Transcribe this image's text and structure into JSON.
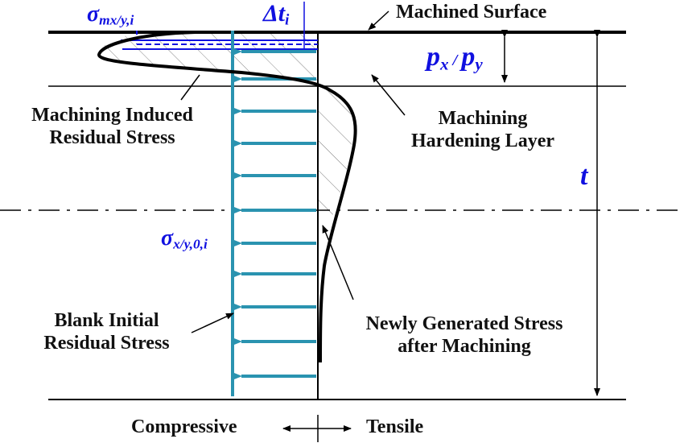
{
  "labels": {
    "machined_surface": "Machined Surface",
    "machining_induced_line1": "Machining Induced",
    "machining_induced_line2": "Residual Stress",
    "hardening_line1": "Machining",
    "hardening_line2": "Hardening Layer",
    "blank_line1": "Blank Initial",
    "blank_line2": "Residual Stress",
    "newly_line1": "Newly Generated Stress",
    "newly_line2": "after Machining",
    "compressive": "Compressive",
    "tensile": "Tensile"
  },
  "symbols": {
    "sigma_m": {
      "base": "σ",
      "sub": "mx/y,i"
    },
    "delta_t": {
      "base": "Δt",
      "sub": "i"
    },
    "p": {
      "base1": "p",
      "sub1": "x",
      "sep": " / ",
      "base2": "p",
      "sub2": "y"
    },
    "t": "t",
    "sigma_0": {
      "base": "σ",
      "sub": "x/y,0,i"
    }
  },
  "colors": {
    "initial_stress": "#2a93b0",
    "symbol_blue": "#1010e0",
    "line": "#000000"
  }
}
